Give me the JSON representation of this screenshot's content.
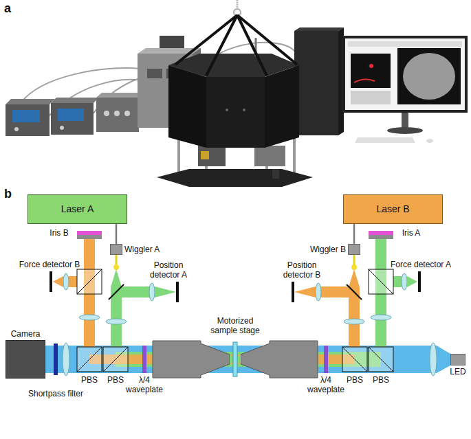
{
  "diagram": {
    "nodes": [
      {
        "text": [
          "Laser A"
        ]
      },
      {
        "text": [
          "Wiggler A"
        ]
      },
      {
        "text": [
          "Laser B"
        ]
      },
      {
        "text": [
          "Wiggler B"
        ]
      },
      {
        "text": [
          "Camera"
        ]
      },
      {
        "text": [
          "LED"
        ]
      }
    ],
    "edges": [
      {
        "from": 0,
        "to": 1,
        "arrow": "none"
      },
      {
        "from": 2,
        "to": 3,
        "arrow": "none"
      }
    ],
    "labels": [
      "a",
      "b",
      "Iris B",
      "Position detector A",
      "Force detector B",
      "Iris A",
      "Position detector B",
      "Force detector A",
      "Shortpass filter",
      "PBS",
      "PBS",
      "λ/4 waveplate",
      "Motorized sample stage",
      "λ/4 waveplate",
      "PBS",
      "PBS"
    ]
  }
}
